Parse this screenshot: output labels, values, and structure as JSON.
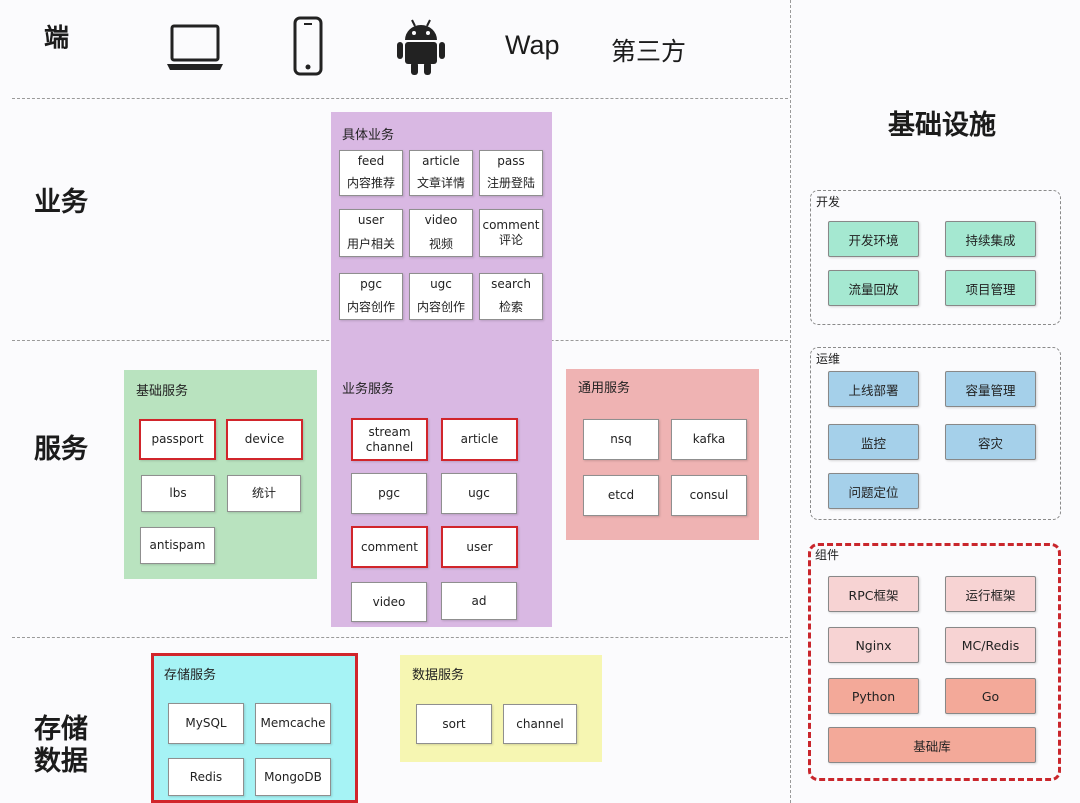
{
  "client": {
    "label": "端",
    "icons": [
      "laptop-icon",
      "phone-icon",
      "android-icon"
    ],
    "wap": "Wap",
    "third_party": "第三方"
  },
  "layers": {
    "business": "业务",
    "service": "服务",
    "storage_line1": "存储",
    "storage_line2": "数据"
  },
  "business_services": {
    "title": "具体业务",
    "items": [
      {
        "en": "feed",
        "zh": "内容推荐"
      },
      {
        "en": "article",
        "zh": "文章详情"
      },
      {
        "en": "pass",
        "zh": "注册登陆"
      },
      {
        "en": "user",
        "zh": "用户相关"
      },
      {
        "en": "video",
        "zh": "视频"
      },
      {
        "en": "comment",
        "zh": "评论"
      },
      {
        "en": "pgc",
        "zh": "内容创作"
      },
      {
        "en": "ugc",
        "zh": "内容创作"
      },
      {
        "en": "search",
        "zh": "检索"
      }
    ]
  },
  "base_services": {
    "title": "基础服务",
    "items": [
      "passport",
      "device",
      "lbs",
      "统计",
      "antispam"
    ]
  },
  "biz_services": {
    "title": "业务服务",
    "items": [
      "stream channel",
      "article",
      "pgc",
      "ugc",
      "comment",
      "user",
      "video",
      "ad"
    ]
  },
  "common_services": {
    "title": "通用服务",
    "items": [
      "nsq",
      "kafka",
      "etcd",
      "consul"
    ]
  },
  "storage_services": {
    "title": "存储服务",
    "items": [
      "MySQL",
      "Memcache",
      "Redis",
      "MongoDB"
    ]
  },
  "data_services": {
    "title": "数据服务",
    "items": [
      "sort",
      "channel"
    ]
  },
  "infrastructure": {
    "title": "基础设施",
    "dev": {
      "title": "开发",
      "items": [
        "开发环境",
        "持续集成",
        "流量回放",
        "项目管理"
      ]
    },
    "ops": {
      "title": "运维",
      "items": [
        "上线部署",
        "容量管理",
        "监控",
        "容灾",
        "问题定位"
      ]
    },
    "components": {
      "title": "组件",
      "items": [
        "RPC框架",
        "运行框架",
        "Nginx",
        "MC/Redis",
        "Python",
        "Go",
        "基础库"
      ]
    }
  },
  "colors": {
    "biz_purple": "#d9b8e3",
    "base_green": "#b9e3bf",
    "common_pink": "#efb3b3",
    "storage_cyan": "#a6f3f5",
    "data_yellow": "#f6f6b2",
    "highlight_red": "#d1252b"
  }
}
